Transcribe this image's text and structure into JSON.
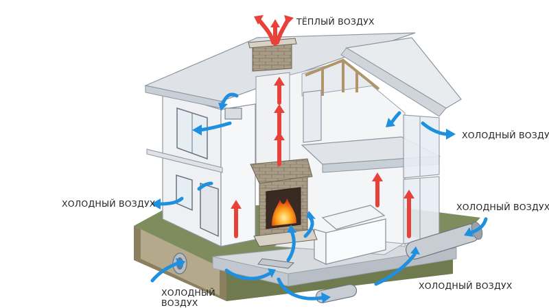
{
  "labels": {
    "warm_air": "ТЁПЛЫЙ ВОЗДУХ",
    "cold_air_right_upper": "ХОЛОДНЫЙ ВОЗДУХ",
    "cold_air_left": "ХОЛОДНЫЙ ВОЗДУХ",
    "cold_air_right_lower": "ХОЛОДНЫЙ ВОЗДУХ",
    "cold_air_bottom_right": "ХОЛОДНЫЙ ВОЗДУХ",
    "cold_air_bottom_left": "ХОЛОДНЫЙ ВОЗДУХ"
  },
  "colors": {
    "warm": "#e8413a",
    "cold": "#1f8fe0",
    "brick": "#a69a86",
    "wall": "#f1f3f5",
    "roof": "#dfe3e8",
    "ground": "#7e8a5e"
  },
  "icons": [
    "chimney",
    "fireplace-fire-icon",
    "sofa",
    "vent-pipe-icon"
  ]
}
